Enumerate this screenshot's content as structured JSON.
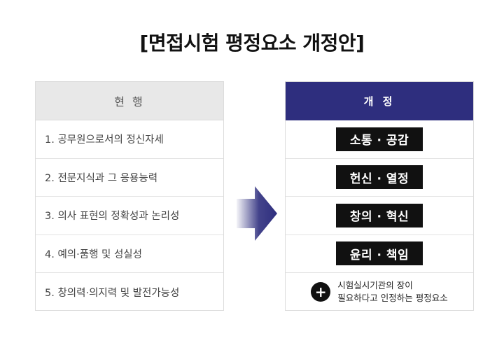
{
  "title": "[면접시험 평정요소 개정안]",
  "current": {
    "header": "현 행",
    "items": [
      "1. 공무원으로서의 정신자세",
      "2. 전문지식과 그 응용능력",
      "3. 의사 표현의 정확성과 논리성",
      "4. 예의·품행 및 성실성",
      "5. 창의력·의지력 및 발전가능성"
    ]
  },
  "revised": {
    "header": "개 정",
    "items": [
      "소통 · 공감",
      "헌신 · 열정",
      "창의 · 혁신",
      "윤리 · 책임"
    ],
    "note_icon": "plus-icon",
    "note_line1": "시험실시기관의 장이",
    "note_line2": "필요하다고 인정하는 평정요소"
  },
  "colors": {
    "header_current": "#e8e8e8",
    "header_revised": "#2e2e7e",
    "pill": "#111111"
  }
}
